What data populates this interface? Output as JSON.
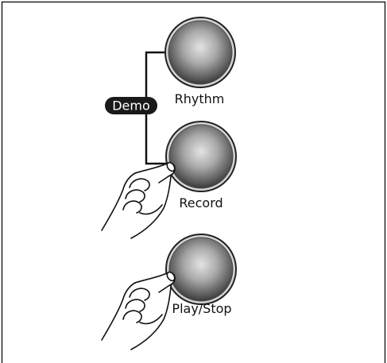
{
  "panel": {
    "buttons": [
      {
        "label": "Rhythm"
      },
      {
        "label": "Record"
      },
      {
        "label": "Play/Stop"
      }
    ],
    "demo_badge": "Demo"
  },
  "colors": {
    "frame": "#222222",
    "badge": "#1a1a1a",
    "button_dark": "#3c3c3c",
    "button_light": "#d9d9d9"
  },
  "icons": [
    "hand-pointer-icon",
    "hand-pointer-icon"
  ]
}
